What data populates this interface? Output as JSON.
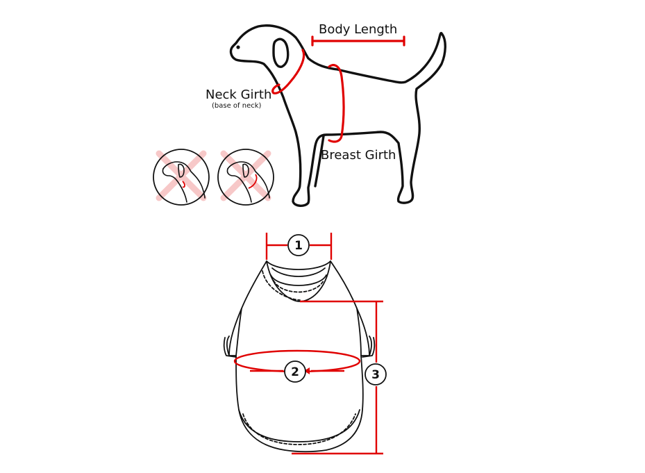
{
  "labels": {
    "body_length": "Body Length",
    "neck_girth": "Neck Girth",
    "neck_note": "(base of neck)",
    "breast_girth": "Breast Girth"
  },
  "markers": {
    "m1": "1",
    "m2": "2",
    "m3": "3"
  },
  "colors": {
    "outline": "#111111",
    "measure": "#e00000",
    "wrong_x": "#f7c8c8"
  },
  "icons": {
    "dog": "dog-outline-icon",
    "wrong_neck_1": "wrong-neck-measure-icon",
    "wrong_neck_2": "wrong-neck-measure-icon",
    "garment": "dog-shirt-icon"
  }
}
